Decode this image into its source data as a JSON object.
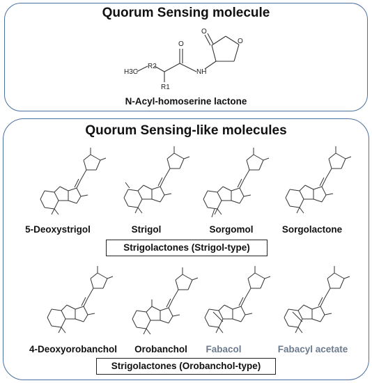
{
  "top_panel": {
    "title": "Quorum Sensing molecule",
    "structure_label": "N-Acyl-homoserine lactone",
    "atoms": {
      "ch3": "H3C",
      "r2": "R2",
      "r1": "R1",
      "nh": "NH",
      "carbonyl_o": "O",
      "lactone_o": "O",
      "ring_o": "O"
    }
  },
  "bottom_panel": {
    "title": "Quorum Sensing-like molecules",
    "group1": {
      "box_label": "Strigolactones (Strigol-type)",
      "compounds": [
        "5-Deoxystrigol",
        "Strigol",
        "Sorgomol",
        "Sorgolactone"
      ]
    },
    "group2": {
      "box_label": "Strigolactones (Orobanchol-type)",
      "compounds": [
        "4-Deoxyorobanchol",
        "Orobanchol",
        "Fabacol",
        "Fabacyl acetate"
      ]
    },
    "colors": {
      "gray_label": "#6b7a8c"
    }
  },
  "colors": {
    "panel_border": "#4a6fa0"
  }
}
